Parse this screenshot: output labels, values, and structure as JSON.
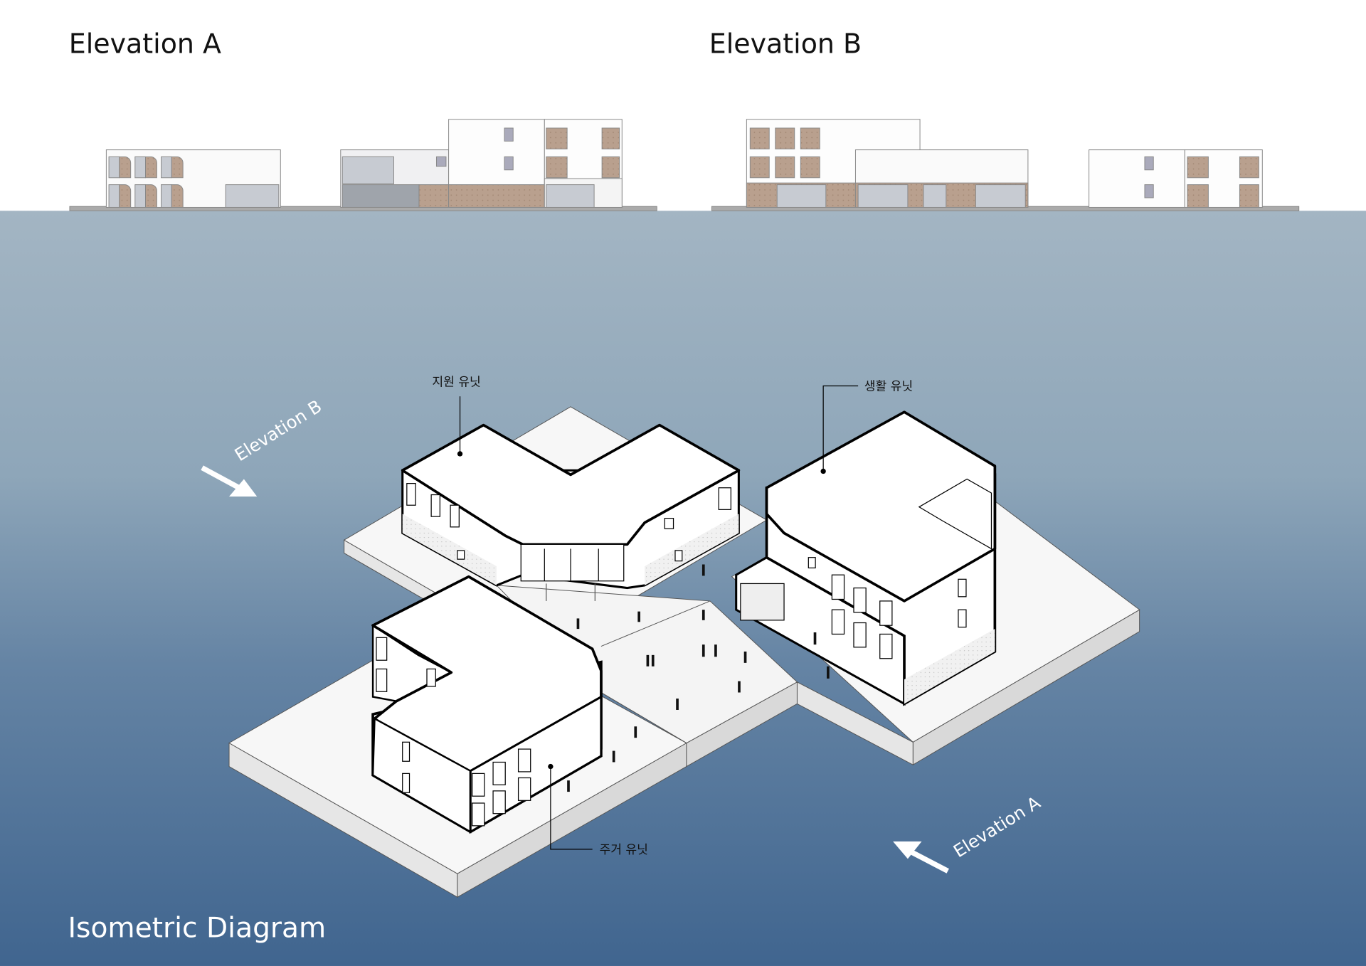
{
  "headings": {
    "elevation_a": "Elevation A",
    "elevation_b": "Elevation B",
    "isometric": "Isometric Diagram"
  },
  "labels": {
    "support_unit": "지원 유닛",
    "living_unit": "생활 유닛",
    "housing_unit": "주거 유닛"
  },
  "arrows": {
    "elevation_b": "Elevation B",
    "elevation_a": "Elevation A"
  },
  "colors": {
    "water_top": "#9fb3c2",
    "water_bottom": "#4a6f95",
    "brick": "#b9a08e",
    "glass": "#c7cbd2"
  }
}
